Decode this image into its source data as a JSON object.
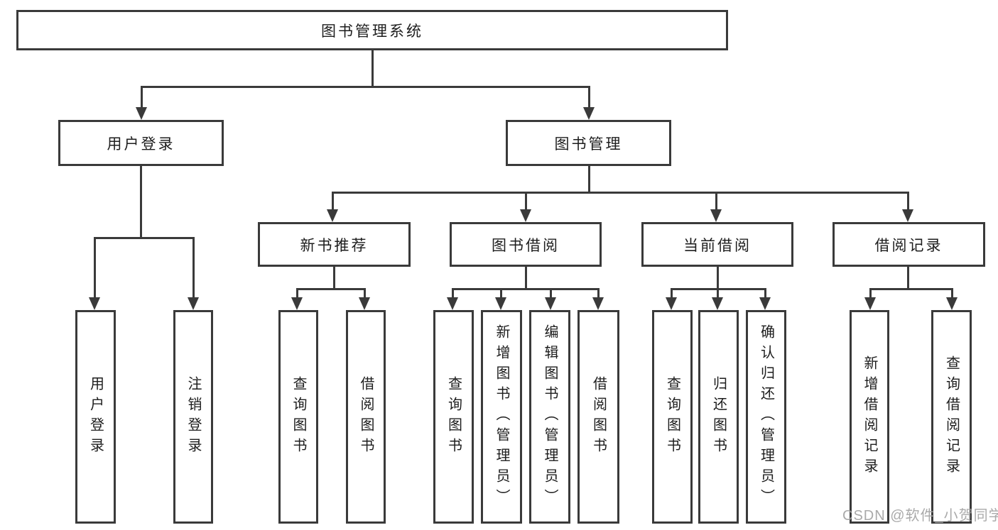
{
  "tree": {
    "label": "图书管理系统",
    "children": [
      {
        "label": "用户登录",
        "children": [
          {
            "label": "用户登录"
          },
          {
            "label": "注销登录"
          }
        ]
      },
      {
        "label": "图书管理",
        "children": [
          {
            "label": "新书推荐",
            "children": [
              {
                "label": "查询图书"
              },
              {
                "label": "借阅图书"
              }
            ]
          },
          {
            "label": "图书借阅",
            "children": [
              {
                "label": "查询图书"
              },
              {
                "label": "新增图书（管理员）"
              },
              {
                "label": "编辑图书（管理员）"
              },
              {
                "label": "借阅图书"
              }
            ]
          },
          {
            "label": "当前借阅",
            "children": [
              {
                "label": "查询图书"
              },
              {
                "label": "归还图书"
              },
              {
                "label": "确认归还（管理员）"
              }
            ]
          },
          {
            "label": "借阅记录",
            "children": [
              {
                "label": "新增借阅记录"
              },
              {
                "label": "查询借阅记录"
              }
            ]
          }
        ]
      }
    ]
  },
  "watermark": {
    "text": "CSDN @软件_小贺同学"
  },
  "colors": {
    "line": "#3a3a3a",
    "text": "#1d1d1d",
    "watermark": "#a3a3a3",
    "background": "#ffffff"
  }
}
